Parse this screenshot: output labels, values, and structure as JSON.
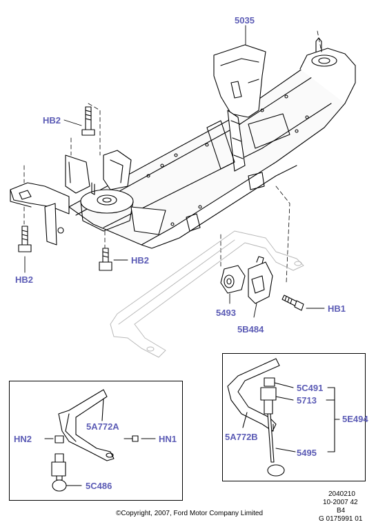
{
  "labels": {
    "frame": "5035",
    "bolt_upper_left": "HB2",
    "bolt_left": "HB2",
    "bolt_lower": "HB2",
    "bushing": "5493",
    "bracket": "5B484",
    "bracket_bolt": "HB1",
    "left_bar": "5A772A",
    "left_nut": "HN2",
    "left_bolt": "HN1",
    "left_link": "5C486",
    "right_upper": "5C491",
    "right_mid": "5713",
    "right_bar": "5A772B",
    "right_group": "5E494",
    "right_link": "5495"
  },
  "meta": {
    "line1": "2040210",
    "line2": "10-2007 42",
    "line3": "B4",
    "line4": "G 0175991 01",
    "copyright": "©Copyright, 2007, Ford Motor Company Limited"
  }
}
